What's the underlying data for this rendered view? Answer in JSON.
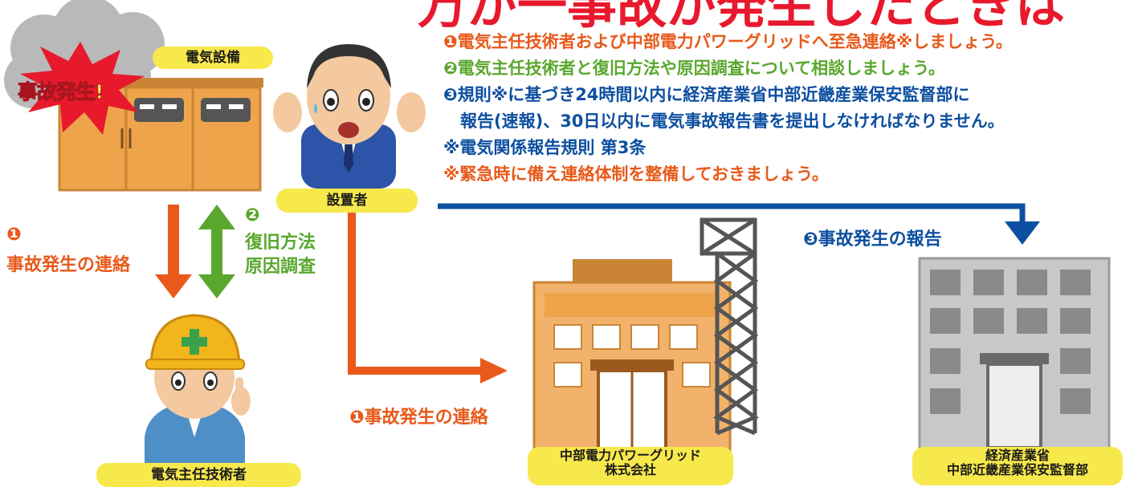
{
  "title_partial": "万が一事故が発生したときは",
  "facility_label": "電気設備",
  "accident_badge": "事故発生!",
  "installer_label": "設置者",
  "engineer_label": "電気主任技術者",
  "utility_label_line1": "中部電力パワーグリッド",
  "utility_label_line2": "株式会社",
  "ministry_label_line1": "経済産業省",
  "ministry_label_line2": "中部近畿産業保安監督部",
  "arrow1": {
    "num": "❶",
    "text": "事故発生の連絡"
  },
  "arrow2": {
    "num": "❷",
    "line1": "復旧方法",
    "line2": "原因調査"
  },
  "arrow_utility": "❶事故発生の連絡",
  "arrow_report": "❸事故発生の報告",
  "notes": {
    "n1": "❶電気主任技術者および中部電力パワーグリッドへ至急連絡※しましょう。",
    "n2": "❷電気主任技術者と復旧方法や原因調査について相談しましょう。",
    "n3a": "❸規則※に基づき24時間以内に経済産業省中部近畿産業保安監督部に",
    "n3b": "　報告(速報)、30日以内に電気事故報告書を提出しなければなりません。",
    "n4": "※電気関係報告規則 第3条",
    "n5": "※緊急時に備え連絡体制を整備しておきましょう。"
  },
  "colors": {
    "orange": "#e8591a",
    "green": "#5aa72e",
    "blue": "#0d4fa0",
    "yellow": "#f7e84c",
    "red": "#e8192c"
  }
}
